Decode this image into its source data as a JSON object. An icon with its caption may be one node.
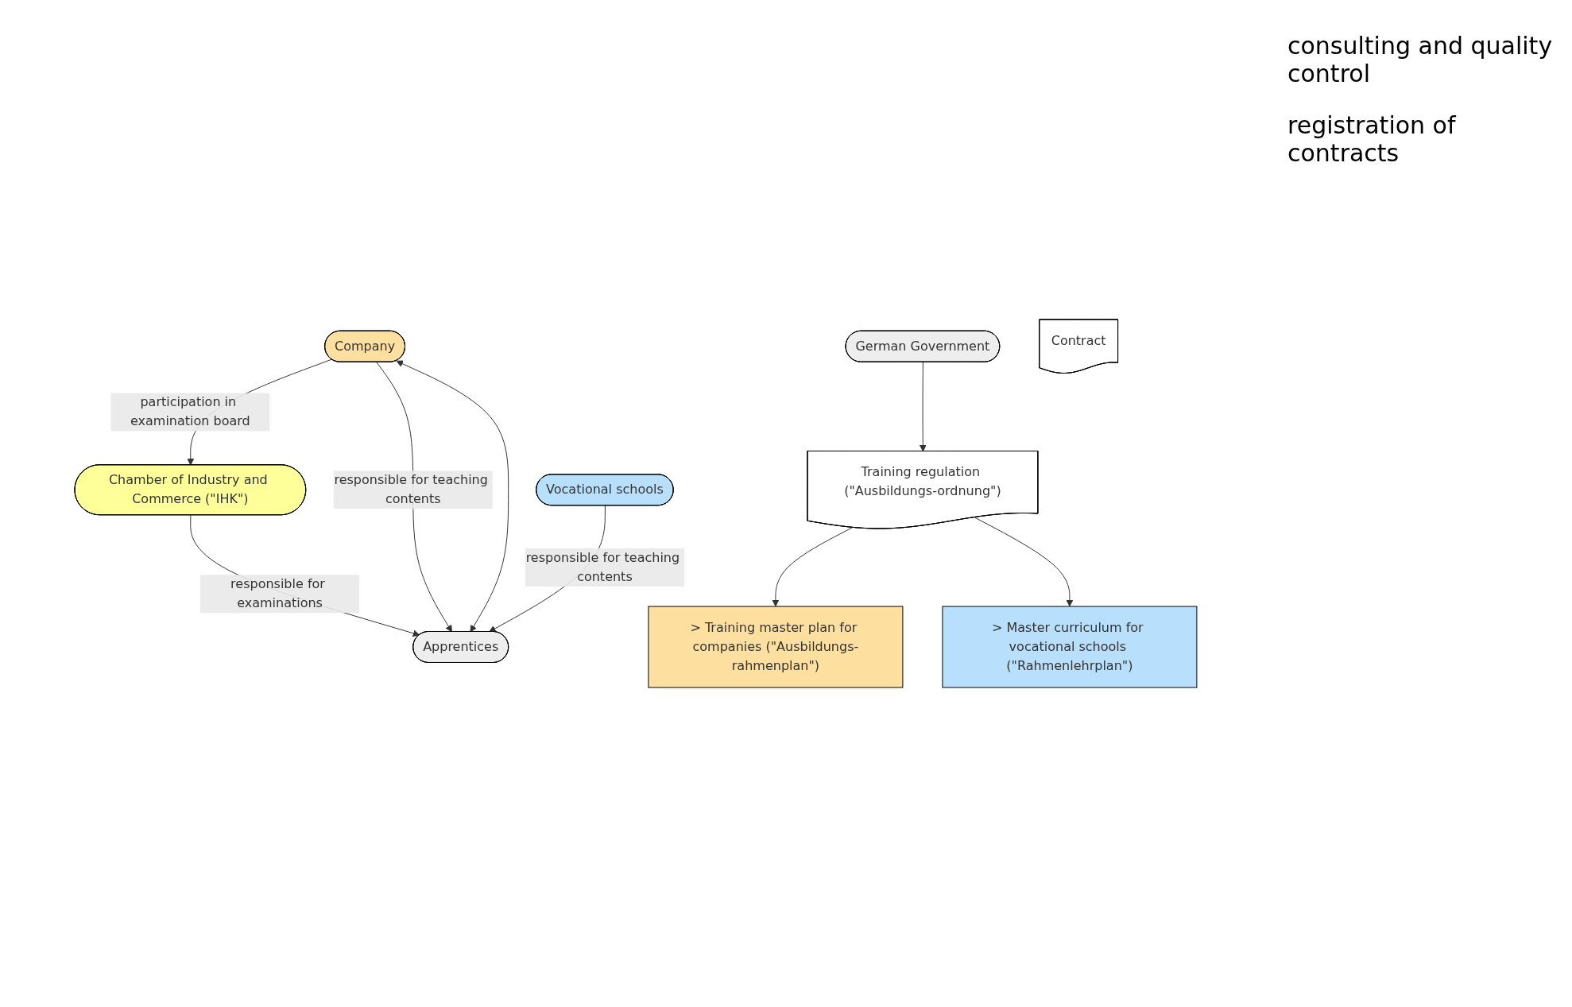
{
  "diagram": {
    "nodes": [
      {
        "text": [
          "Chamber of Industry and Commerce (\"IHK\")"
        ]
      },
      {
        "text": [
          "Company"
        ]
      },
      {
        "text": [
          "German Government"
        ]
      },
      {
        "text": [
          "Contract"
        ]
      },
      {
        "text": [
          "Training regulation (\"Ausbildungs-ordnung\")"
        ]
      },
      {
        "text": [
          "> Training master plan for companies (\"Ausbildungs-rahmenplan\")"
        ]
      },
      {
        "text": [
          "> Master curriculum for vocational schools (\"Rahmenlehrplan\")"
        ]
      },
      {
        "text": [
          "Apprentices"
        ]
      },
      {
        "text": [
          "Vocational schools"
        ]
      }
    ],
    "edges": [
      {
        "from": 0,
        "to": 7,
        "arrow": "to",
        "label": "responsible for examinations"
      },
      {
        "from": 1,
        "to": 0,
        "arrow": "to",
        "label": "participation in examination board"
      },
      {
        "from": 1,
        "to": 7,
        "arrow": "to",
        "label": "responsible for teaching contents"
      },
      {
        "from": 1,
        "to": 7,
        "arrow": "both"
      },
      {
        "from": 8,
        "to": 7,
        "arrow": "to",
        "label": "responsible for teaching contents"
      },
      {
        "from": 2,
        "to": 4,
        "arrow": "to"
      },
      {
        "from": 4,
        "to": 5,
        "arrow": "to"
      },
      {
        "from": 4,
        "to": 6,
        "arrow": "to"
      }
    ],
    "labels": [
      "consulting and quality control",
      "registration of contracts"
    ]
  }
}
